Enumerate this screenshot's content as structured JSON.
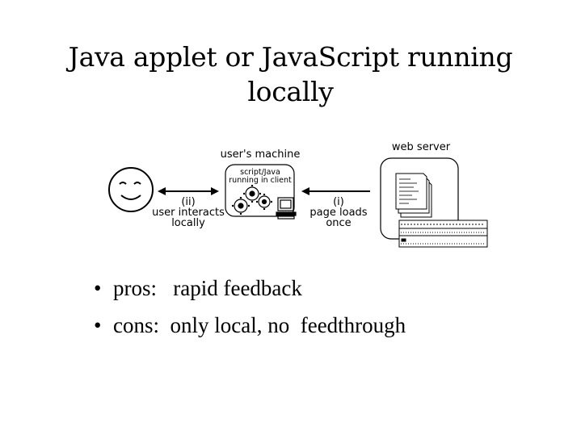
{
  "title": {
    "line1": "Java applet or JavaScript running",
    "line2": "locally"
  },
  "diagram": {
    "users_machine_label": "user's machine",
    "web_server_label": "web server",
    "script_label_line1": "script/Java",
    "script_label_line2": "running in client",
    "left_arrow_line1": "(ii)",
    "left_arrow_line2": "user interacts",
    "left_arrow_line3": "locally",
    "right_arrow_line1": "(i)",
    "right_arrow_line2": "page loads",
    "right_arrow_line3": "once"
  },
  "bullets": [
    {
      "marker": "•",
      "text": "pros:   rapid feedback"
    },
    {
      "marker": "•",
      "text": "cons:  only local, no  feedthrough"
    }
  ]
}
